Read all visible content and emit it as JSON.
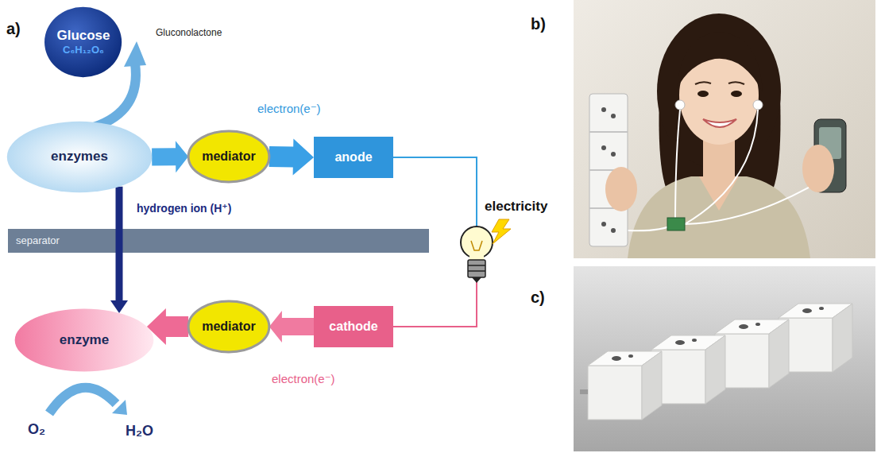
{
  "diagram": {
    "nodes": [
      {
        "text": [
          "Glucose",
          "C₆H₁₂O₆"
        ]
      },
      {
        "text": [
          "enzymes"
        ]
      },
      {
        "text": [
          "mediator"
        ]
      },
      {
        "text": [
          "anode"
        ]
      },
      {
        "text": [
          "separator"
        ]
      },
      {
        "text": [
          "enzyme"
        ]
      },
      {
        "text": [
          "mediator"
        ]
      },
      {
        "text": [
          "cathode"
        ]
      }
    ],
    "edges": [
      {
        "from": 1,
        "to": 2,
        "arrow": "to"
      },
      {
        "from": 2,
        "to": 3,
        "arrow": "to",
        "label": "electron(e⁻)"
      },
      {
        "from": 1,
        "to": 5,
        "arrow": "to",
        "label": "hydrogen ion (H⁺)"
      },
      {
        "from": 3,
        "to": 7,
        "arrow": "none"
      },
      {
        "from": 7,
        "to": 6,
        "arrow": "to",
        "label": "electron(e⁻)"
      },
      {
        "from": 6,
        "to": 5,
        "arrow": "to"
      }
    ],
    "labels": [
      "a)",
      "Gluconolactone",
      "b)",
      "electricity",
      "c)",
      "O₂",
      "H₂O"
    ]
  }
}
